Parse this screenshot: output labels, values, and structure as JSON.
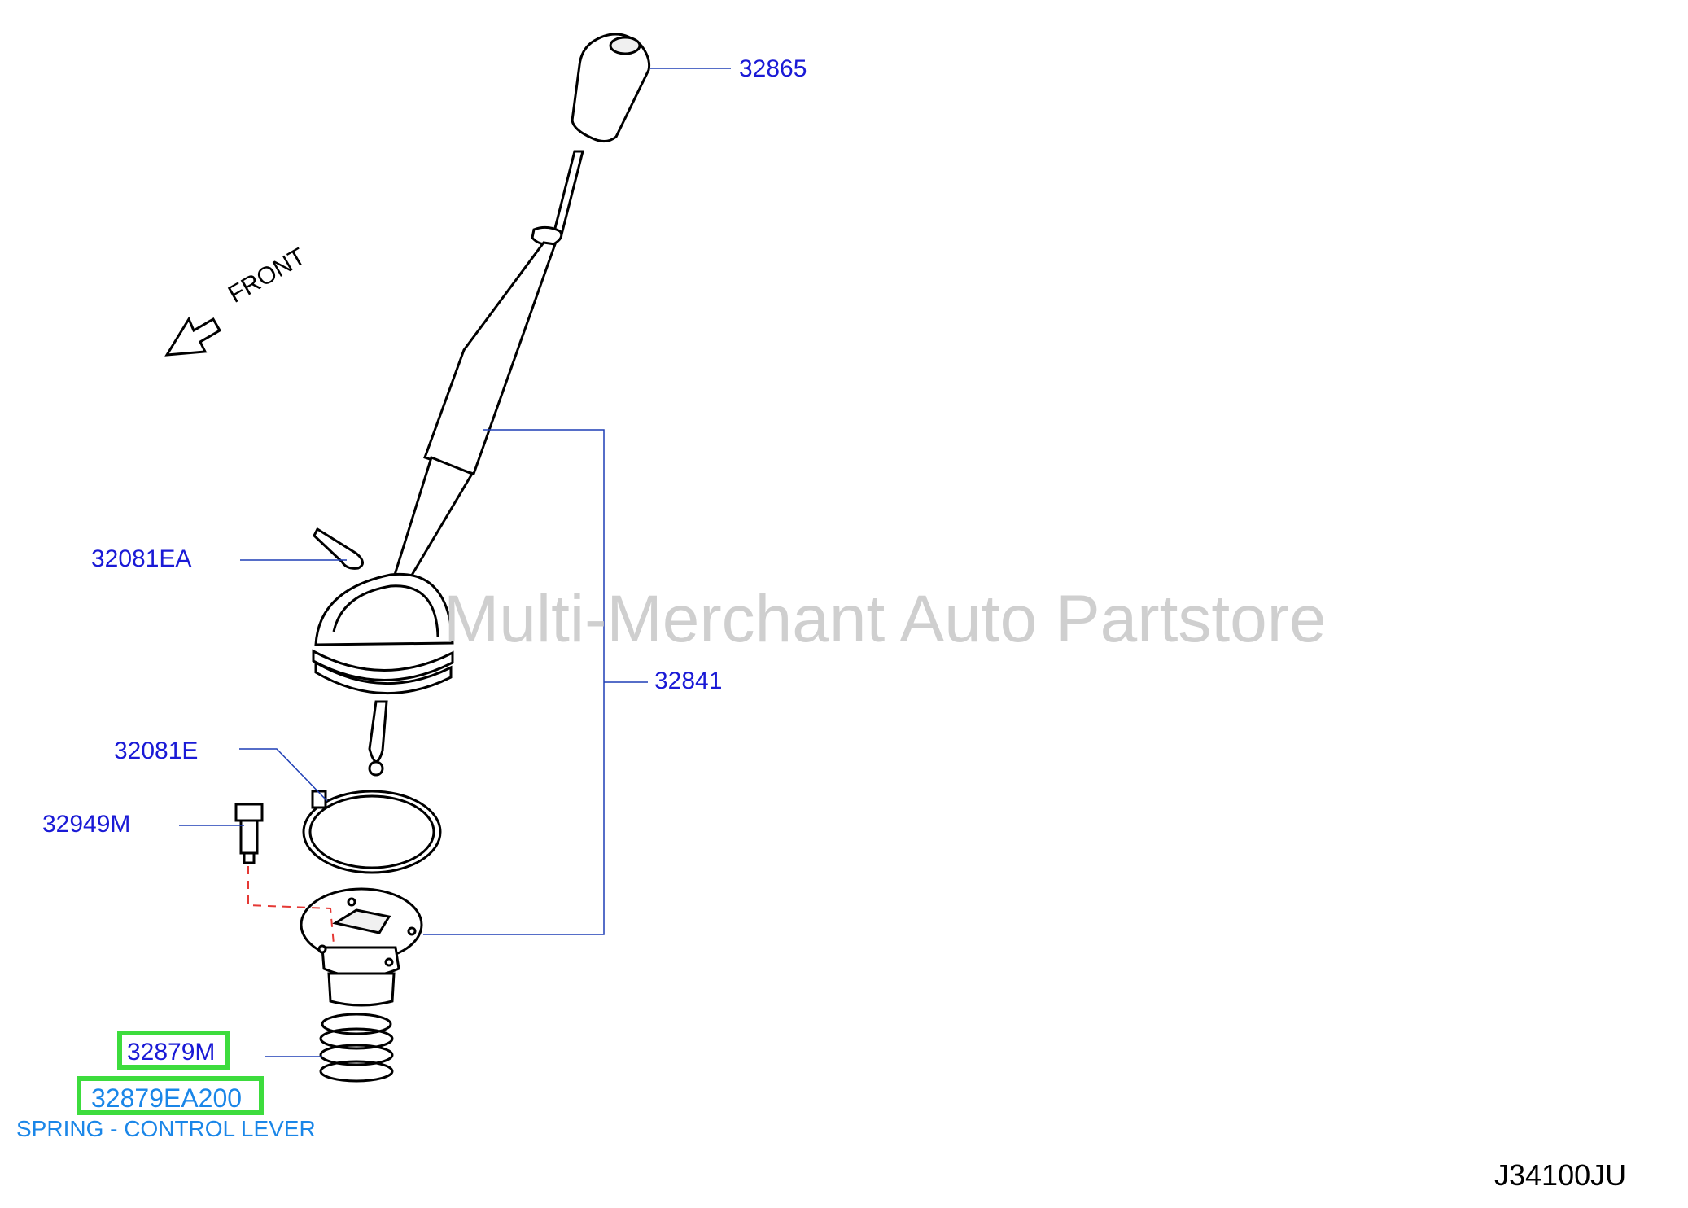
{
  "watermark": "Multi-Merchant Auto Partstore",
  "diagram_code": "J34100JU",
  "direction_label": "FRONT",
  "parts": {
    "knob": "32865",
    "lever": "32841",
    "pin": "32081EA",
    "band": "32081E",
    "bolt": "32949M",
    "spring_ref": "32879M",
    "spring_part_number": "32879EA200",
    "spring_description": "SPRING - CONTROL LEVER"
  },
  "colors": {
    "label": "#1a1ad6",
    "selected_label": "#1a86e8",
    "highlight": "#3ddc3d",
    "leader_line": "#1f3fb5",
    "dashed_line": "#e53935",
    "watermark": "#cfcfcf"
  }
}
